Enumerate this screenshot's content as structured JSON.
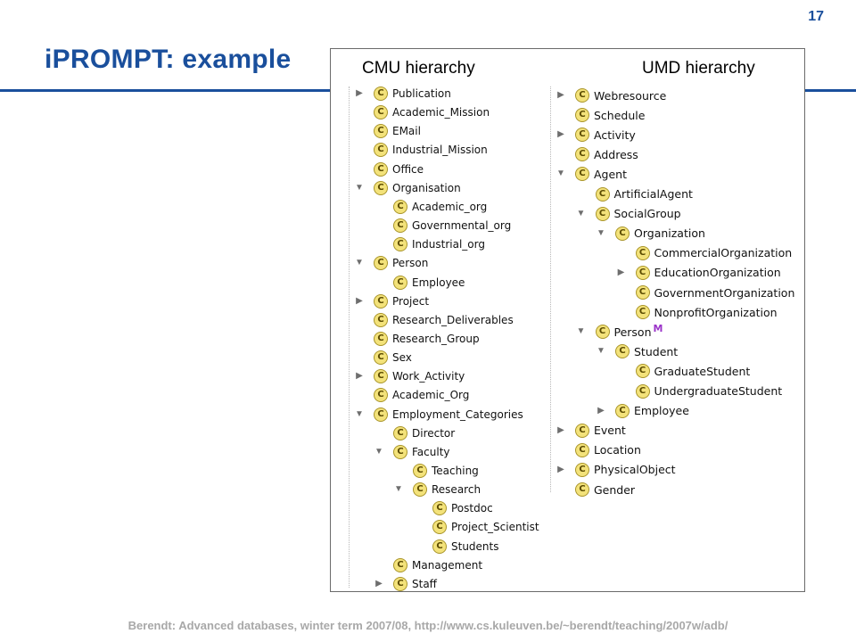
{
  "slide": {
    "page_number": "17",
    "title": "iPROMPT: example",
    "footer": "Berendt: Advanced databases, winter term 2007/08, http://www.cs.kuleuven.be/~berendt/teaching/2007w/adb/"
  },
  "cmu": {
    "heading": "CMU hierarchy",
    "class_glyph": "C",
    "nodes": [
      {
        "label": "Publication",
        "toggle": "collapsed"
      },
      {
        "label": "Academic_Mission",
        "toggle": "none"
      },
      {
        "label": "EMail",
        "toggle": "none"
      },
      {
        "label": "Industrial_Mission",
        "toggle": "none"
      },
      {
        "label": "Office",
        "toggle": "none"
      },
      {
        "label": "Organisation",
        "toggle": "expanded"
      },
      {
        "label": "Academic_org",
        "toggle": "none"
      },
      {
        "label": "Governmental_org",
        "toggle": "none"
      },
      {
        "label": "Industrial_org",
        "toggle": "none"
      },
      {
        "label": "Person",
        "toggle": "expanded"
      },
      {
        "label": "Employee",
        "toggle": "none"
      },
      {
        "label": "Project",
        "toggle": "collapsed"
      },
      {
        "label": "Research_Deliverables",
        "toggle": "none"
      },
      {
        "label": "Research_Group",
        "toggle": "none"
      },
      {
        "label": "Sex",
        "toggle": "none"
      },
      {
        "label": "Work_Activity",
        "toggle": "collapsed"
      },
      {
        "label": "Academic_Org",
        "toggle": "none"
      },
      {
        "label": "Employment_Categories",
        "toggle": "expanded"
      },
      {
        "label": "Director",
        "toggle": "none"
      },
      {
        "label": "Faculty",
        "toggle": "expanded"
      },
      {
        "label": "Teaching",
        "toggle": "none"
      },
      {
        "label": "Research",
        "toggle": "expanded"
      },
      {
        "label": "Postdoc",
        "toggle": "none"
      },
      {
        "label": "Project_Scientist",
        "toggle": "none"
      },
      {
        "label": "Students",
        "toggle": "none"
      },
      {
        "label": "Management",
        "toggle": "none"
      },
      {
        "label": "Staff",
        "toggle": "collapsed"
      }
    ]
  },
  "umd": {
    "heading": "UMD hierarchy",
    "class_glyph": "C",
    "nodes": [
      {
        "label": "Webresource",
        "toggle": "collapsed"
      },
      {
        "label": "Schedule",
        "toggle": "none"
      },
      {
        "label": "Activity",
        "toggle": "collapsed"
      },
      {
        "label": "Address",
        "toggle": "none"
      },
      {
        "label": "Agent",
        "toggle": "expanded"
      },
      {
        "label": "ArtificialAgent",
        "toggle": "none"
      },
      {
        "label": "SocialGroup",
        "toggle": "expanded"
      },
      {
        "label": "Organization",
        "toggle": "expanded"
      },
      {
        "label": "CommercialOrganization",
        "toggle": "none"
      },
      {
        "label": "EducationOrganization",
        "toggle": "collapsed"
      },
      {
        "label": "GovernmentOrganization",
        "toggle": "none"
      },
      {
        "label": "NonprofitOrganization",
        "toggle": "none"
      },
      {
        "label": "Person",
        "toggle": "expanded",
        "marker": "M"
      },
      {
        "label": "Student",
        "toggle": "expanded"
      },
      {
        "label": "GraduateStudent",
        "toggle": "none"
      },
      {
        "label": "UndergraduateStudent",
        "toggle": "none"
      },
      {
        "label": "Employee",
        "toggle": "collapsed"
      },
      {
        "label": "Event",
        "toggle": "collapsed"
      },
      {
        "label": "Location",
        "toggle": "none"
      },
      {
        "label": "PhysicalObject",
        "toggle": "collapsed"
      },
      {
        "label": "Gender",
        "toggle": "none"
      }
    ]
  },
  "icons": {
    "expanded": "triangle-down-icon",
    "collapsed": "triangle-right-icon",
    "class": "class-c-icon"
  },
  "colors": {
    "title": "#1a4f9c",
    "footer": "#a8a8a8",
    "class_icon_fill": "#f3e27a",
    "marker": "#9b34c9"
  }
}
